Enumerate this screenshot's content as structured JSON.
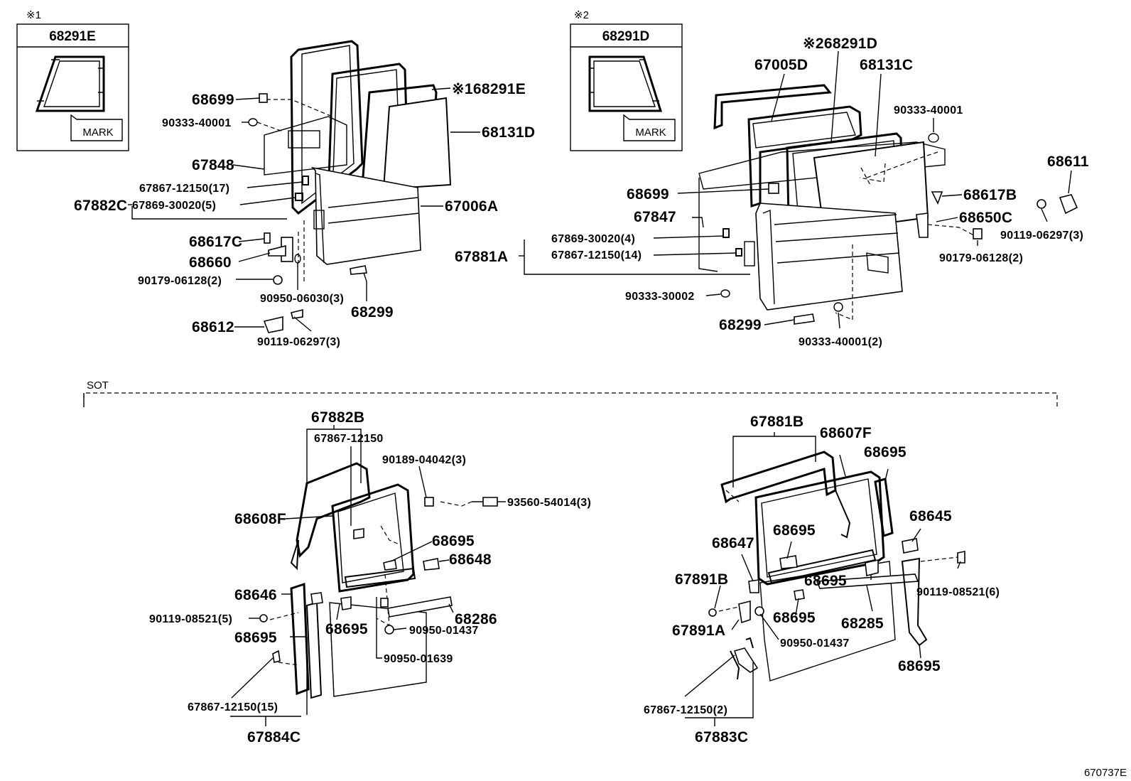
{
  "figure_id": "670737E",
  "section_label": "SOT",
  "insets": [
    {
      "note": "※1",
      "part": "68291E",
      "mark": "MARK"
    },
    {
      "note": "※2",
      "part": "68291D",
      "mark": "MARK"
    }
  ],
  "callouts": {
    "tl_68699": "68699",
    "tl_90333_40001": "90333-40001",
    "tl_67848": "67848",
    "tl_67867_12150_17": "67867-12150(17)",
    "tl_67882C": "67882C",
    "tl_67869_30020_5": "67869-30020(5)",
    "tl_68617C": "68617C",
    "tl_68660": "68660",
    "tl_90179_06128_2": "90179-06128(2)",
    "tl_90950_06030_3": "90950-06030(3)",
    "tl_68612": "68612",
    "tl_90119_06297_3": "90119-06297(3)",
    "tl_68299": "68299",
    "tl_68291E": "※168291E",
    "tl_68131D": "68131D",
    "tl_67006A": "67006A",
    "tr_67005D": "67005D",
    "tr_68291D": "※268291D",
    "tr_68131C": "68131C",
    "tr_90333_40001": "90333-40001",
    "tr_68611": "68611",
    "tr_68699": "68699",
    "tr_68617B": "68617B",
    "tr_67847": "67847",
    "tr_68650C": "68650C",
    "tr_90119_06297_3": "90119-06297(3)",
    "tr_67869_30020_4": "67869-30020(4)",
    "tr_90179_06128_2": "90179-06128(2)",
    "tr_67881A": "67881A",
    "tr_67867_12150_14": "67867-12150(14)",
    "tr_90333_30002": "90333-30002",
    "tr_68299": "68299",
    "tr_90333_40001_2": "90333-40001(2)",
    "bl_67882B": "67882B",
    "bl_67867_12150": "67867-12150",
    "bl_90189_04042_3": "90189-04042(3)",
    "bl_93560_54014_3": "93560-54014(3)",
    "bl_68608F": "68608F",
    "bl_68695_a": "68695",
    "bl_68648": "68648",
    "bl_68646": "68646",
    "bl_90119_08521_5": "90119-08521(5)",
    "bl_68286": "68286",
    "bl_68695_b": "68695",
    "bl_68695_c": "68695",
    "bl_90950_01437": "90950-01437",
    "bl_90950_01639": "90950-01639",
    "bl_67867_12150_15": "67867-12150(15)",
    "bl_67884C": "67884C",
    "br_67881B": "67881B",
    "br_68607F": "68607F",
    "br_68695_a": "68695",
    "br_68645": "68645",
    "br_68695_b": "68695",
    "br_68647": "68647",
    "br_67891B": "67891B",
    "br_68695_c": "68695",
    "br_90119_08521_6": "90119-08521(6)",
    "br_68695_d": "68695",
    "br_68285": "68285",
    "br_67891A": "67891A",
    "br_90950_01437": "90950-01437",
    "br_68695_e": "68695",
    "br_67867_12150_2": "67867-12150(2)",
    "br_67883C": "67883C"
  }
}
